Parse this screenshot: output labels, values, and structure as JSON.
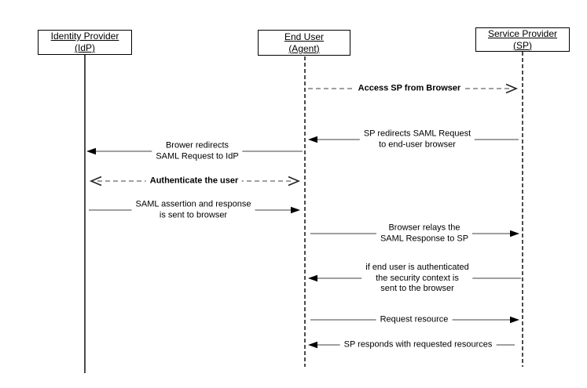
{
  "diagram_type": "sequence-diagram",
  "actors": [
    {
      "name": "Identity  Provider",
      "sub": "(IdP)",
      "lifeline_style": "solid"
    },
    {
      "name": "End User",
      "sub": "(Agent)",
      "lifeline_style": "dashed"
    },
    {
      "name": "Service  Provider",
      "sub": "(SP)",
      "lifeline_style": "dashed"
    }
  ],
  "messages": [
    {
      "label": "Access SP from Browser",
      "from": "End User (Agent)",
      "to": "Service Provider (SP)",
      "line_style": "dashed",
      "bold": true,
      "arrow": "open-arrow-right"
    },
    {
      "label": "SP redirects SAML Request\nto end-user browser",
      "from": "Service Provider (SP)",
      "to": "End User (Agent)",
      "line_style": "solid",
      "bold": false,
      "arrow": "filled-arrow-left"
    },
    {
      "label": "Brower redirects\nSAML Request to IdP",
      "from": "End User (Agent)",
      "to": "Identity Provider (IdP)",
      "line_style": "solid",
      "bold": false,
      "arrow": "filled-arrow-left"
    },
    {
      "label": "Authenticate the user",
      "from": "Identity Provider (IdP)",
      "to": "End User (Agent)",
      "line_style": "dashed",
      "bold": true,
      "arrow": "open-arrow-both"
    },
    {
      "label": "SAML assertion and response\nis sent to browser",
      "from": "Identity Provider (IdP)",
      "to": "End User (Agent)",
      "line_style": "solid",
      "bold": false,
      "arrow": "filled-arrow-right"
    },
    {
      "label": "Browser relays the\nSAML Response to SP",
      "from": "End User (Agent)",
      "to": "Service Provider (SP)",
      "line_style": "solid",
      "bold": false,
      "arrow": "filled-arrow-right"
    },
    {
      "label": "if end user is authenticated\nthe security context is\nsent to the browser",
      "from": "Service Provider (SP)",
      "to": "End User (Agent)",
      "line_style": "solid",
      "bold": false,
      "arrow": "filled-arrow-left"
    },
    {
      "label": "Request resource",
      "from": "End User (Agent)",
      "to": "Service Provider (SP)",
      "line_style": "solid",
      "bold": false,
      "arrow": "filled-arrow-right"
    },
    {
      "label": "SP responds with requested resources",
      "from": "Service Provider (SP)",
      "to": "End User (Agent)",
      "line_style": "solid",
      "bold": false,
      "arrow": "filled-arrow-left"
    }
  ],
  "colors": {
    "background": "#ffffff",
    "box_border": "#000000",
    "lifeline": "#000000",
    "message_line": "#808080",
    "arrowhead": "#000000",
    "arrowhead_open": "#222222",
    "text": "#000000"
  }
}
